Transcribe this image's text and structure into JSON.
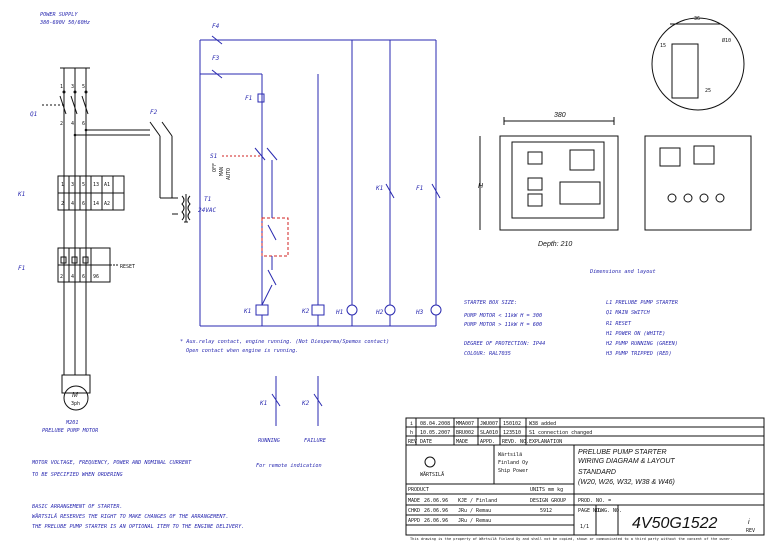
{
  "power": {
    "title": "POWER SUPPLY",
    "spec": "380-690V 50/60Hz"
  },
  "components": {
    "f4": "F4",
    "f3": "F3",
    "f2": "F2",
    "f1": "F1",
    "f1b": "F1",
    "q1": "Q1",
    "k1": "K1",
    "k1b": "K1",
    "k1c": "K1",
    "k2": "K2",
    "k2b": "K2",
    "t1": "T1",
    "t1_volt": "24VAC",
    "s1": "S1",
    "s1_off": "OFF",
    "s1_man": "MAN",
    "s1_auto": "AUTO",
    "reset": "RESET",
    "h1": "H1",
    "h2": "H2",
    "h3": "H3",
    "motor": "M",
    "motor_ph": "3ph",
    "motor_id": "M201",
    "motor_name": "PRELUBE PUMP MOTOR"
  },
  "notes": {
    "aux_1": "* Aux.relay contact, engine running. (Not Diesperma/Spemos contact)",
    "aux_2": "Open contact when engine is running.",
    "running": "RUNNING",
    "failure": "FAILURE",
    "remote": "For remote indication",
    "motor_1": "MOTOR VOLTAGE, FREQUENCY, POWER AND NOMINAL CURRENT",
    "motor_2": "TO BE SPECIFIED WHEN ORDERING",
    "basic_1": "BASIC ARRANGEMENT OF STARTER.",
    "basic_2": "WÄRTSILÄ RESERVES THE RIGHT TO MAKE CHANGES OF THE ARRANGEMENT.",
    "basic_3": "THE PRELUBE PUMP STARTER IS AN OPTIONAL ITEM TO THE ENGINE DELIVERY."
  },
  "layout": {
    "width_dim": "380",
    "height_label": "H",
    "depth": "Depth: 210",
    "caption": "Dimensions and layout",
    "detail_36": "36",
    "detail_25": "25",
    "detail_15": "15",
    "detail_phi": "Ø10"
  },
  "spec": {
    "lines": [
      "STARTER BOX SIZE:",
      "PUMP MOTOR < 11kW  H = 300",
      "PUMP MOTOR > 11kW  H = 600",
      "",
      "DEGREE OF PROTECTION: IP44",
      "COLOUR: RAL7035"
    ],
    "legend": [
      "L1 PRELUBE PUMP STARTER",
      "Q1 MAIN SWITCH",
      "R1 RESET",
      "H1 POWER ON (WHITE)",
      "H2 PUMP RUNNING (GREEN)",
      "H3 PUMP TRIPPED (RED)"
    ]
  },
  "revisions": [
    {
      "rev": "i",
      "date": "08.04.2008",
      "made": "MMA007",
      "appd": "JWU007",
      "notice": "150102",
      "expl": "W38 added"
    },
    {
      "rev": "h",
      "date": "10.05.2007",
      "made": "BRU002",
      "appd": "SLA010",
      "notice": "123510",
      "expl": "S1 connection changed"
    }
  ],
  "rev_header": {
    "rev": "REV",
    "date": "DATE",
    "made": "MADE",
    "appd": "APPD.",
    "notice": "REVD. NO.",
    "expl": "EXPLANATION"
  },
  "titleblock": {
    "company": "WÄRTSILÄ",
    "company_sub1": "Wärtsilä",
    "company_sub2": "Finland Oy",
    "company_sub3": "Ship Power",
    "title1": "PRELUBE PUMP STARTER",
    "title2": "WIRING DIAGRAM & LAYOUT",
    "title3": "STANDARD",
    "title4": "(W20, W26, W32, W38 & W46)",
    "product": "PRODUCT",
    "prod_no": "PROD. NO. =",
    "units": "UNITS  mm  kg",
    "design_group": "DESIGN GROUP",
    "design_no": "5912",
    "made_label": "MADE",
    "made_date": "26.06.96",
    "made_by": "KJE / Finland",
    "chkd_label": "CHKD",
    "chkd_date": "26.06.96",
    "chkd_by": "JRu / Remau",
    "appd_label": "APPD",
    "appd_date": "26.06.96",
    "appd_by": "JRu / Remau",
    "sheet_label": "PAGE NO.",
    "sheet": "1/1",
    "dwg_label": "DWG. NO.",
    "dwg_no": "4V50G1522",
    "rev_label": "REV",
    "rev": "i",
    "footer": "This drawing is the property of Wärtsilä Finland Oy and shall not be copied, shown or communicated to a third party without the consent of the owner."
  }
}
